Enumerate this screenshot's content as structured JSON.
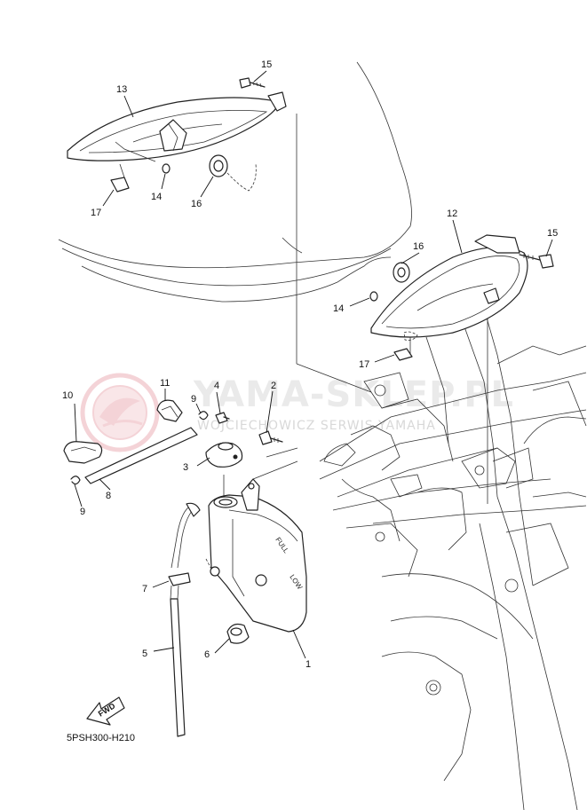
{
  "diagram": {
    "code": "5PSH300-H210",
    "fwd_label": "FWD",
    "tank_full_label": "FULL",
    "tank_low_label": "LOW",
    "watermark": {
      "title": "YAMA-SKLEP.PL",
      "subtitle": "WOJCIECHOWICZ SERWIS YAMAHA",
      "color": "#e8a0a8"
    },
    "callouts": {
      "c1": "1",
      "c2": "2",
      "c3": "3",
      "c4": "4",
      "c5": "5",
      "c6": "6",
      "c7": "7",
      "c8": "8",
      "c9a": "9",
      "c9b": "9",
      "c10": "10",
      "c11": "11",
      "c12": "12",
      "c13": "13",
      "c14a": "14",
      "c14b": "14",
      "c15a": "15",
      "c15b": "15",
      "c16a": "16",
      "c16b": "16",
      "c17a": "17",
      "c17b": "17"
    }
  }
}
